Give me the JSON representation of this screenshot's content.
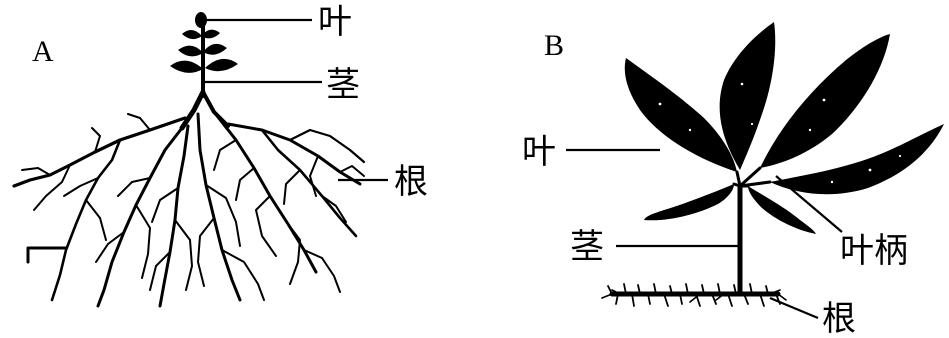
{
  "panels": [
    {
      "letter": "A",
      "labels": {
        "leaf": "叶",
        "stem": "茎",
        "root": "根"
      }
    },
    {
      "letter": "B",
      "labels": {
        "leaf": "叶",
        "stem": "茎",
        "petiole": "叶柄",
        "root": "根"
      }
    }
  ]
}
